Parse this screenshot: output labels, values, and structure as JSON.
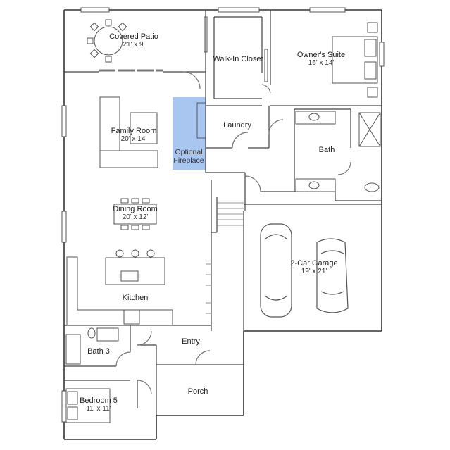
{
  "colors": {
    "wall": "#333333",
    "thin": "#777777",
    "fireplace_fill": "#a9c6f0",
    "fixture": "#555555"
  },
  "rooms": {
    "covered_patio": {
      "name": "Covered Patio",
      "dim": "21' x 9'"
    },
    "walk_in_closet": {
      "name": "Walk-In Closet"
    },
    "owners_suite": {
      "name": "Owner's Suite",
      "dim": "16' x 14'"
    },
    "family_room": {
      "name": "Family Room",
      "dim": "20' x 14'"
    },
    "optional_fireplace": {
      "line1": "Optional",
      "line2": "Fireplace"
    },
    "laundry": {
      "name": "Laundry"
    },
    "bath": {
      "name": "Bath"
    },
    "dining_room": {
      "name": "Dining Room",
      "dim": "20' x 12'"
    },
    "garage": {
      "name": "2-Car Garage",
      "dim": "19' x 21'"
    },
    "kitchen": {
      "name": "Kitchen"
    },
    "bath3": {
      "name": "Bath 3"
    },
    "entry": {
      "name": "Entry"
    },
    "porch": {
      "name": "Porch"
    },
    "bedroom5": {
      "name": "Bedroom 5",
      "dim": "11' x 11'"
    }
  }
}
